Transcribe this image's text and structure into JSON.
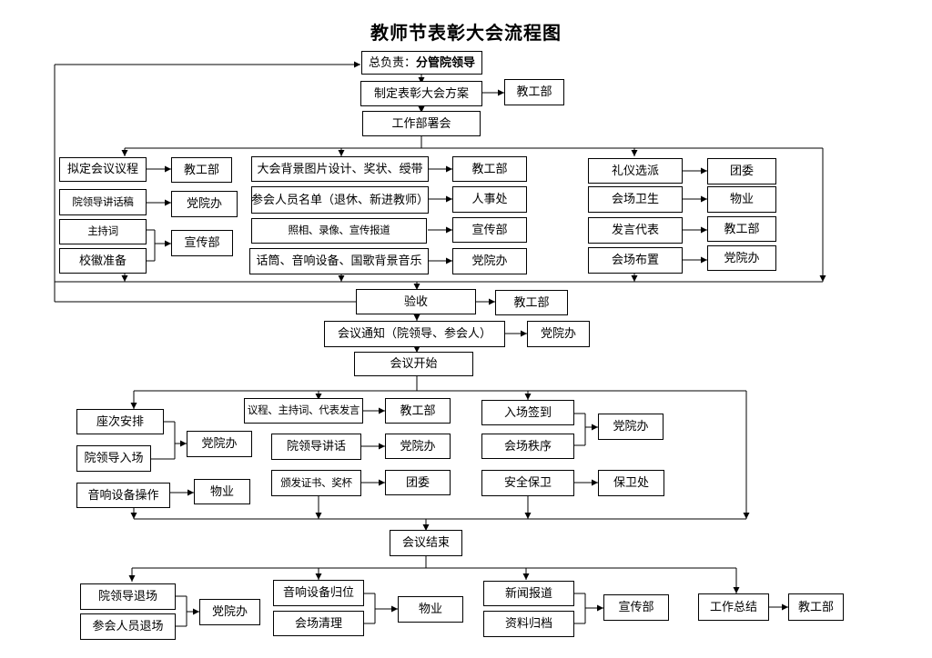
{
  "title": "教师节表彰大会流程图",
  "top": {
    "leader_prefix": "总负责：",
    "leader_name": "分管院领导",
    "plan": "制定表彰大会方案",
    "plan_dept": "教工部",
    "meeting": "工作部署会"
  },
  "prep": {
    "left": {
      "agenda": "拟定会议议程",
      "agenda_dept": "教工部",
      "speech": "院领导讲话稿",
      "speech_dept": "党院办",
      "host": "主持词",
      "badge": "校徽准备",
      "host_badge_dept": "宣传部"
    },
    "middle": {
      "design": "大会背景图片设计、奖状、绶带",
      "design_dept": "教工部",
      "attendees": "参会人员名单（退休、新进教师）",
      "attendees_dept": "人事处",
      "photo": "照相、录像、宣传报道",
      "photo_dept": "宣传部",
      "audio": "话筒、音响设备、国歌背景音乐",
      "audio_dept": "党院办"
    },
    "right": {
      "etiquette": "礼仪选派",
      "etiquette_dept": "团委",
      "hygiene": "会场卫生",
      "hygiene_dept": "物业",
      "speaker": "发言代表",
      "speaker_dept": "教工部",
      "layout": "会场布置",
      "layout_dept": "党院办"
    }
  },
  "check": {
    "label": "验收",
    "dept": "教工部"
  },
  "notice": {
    "label": "会议通知（院领导、参会人）",
    "dept": "党院办"
  },
  "start": "会议开始",
  "during": {
    "left": {
      "seating": "座次安排",
      "entry": "院领导入场",
      "entry_dept": "党院办",
      "sound": "音响设备操作",
      "sound_dept": "物业"
    },
    "middle": {
      "program": "议程、主持词、代表发言",
      "program_dept": "教工部",
      "speech": "院领导讲话",
      "speech_dept": "党院办",
      "award": "颁发证书、奖杯",
      "award_dept": "团委"
    },
    "right": {
      "signin": "入场签到",
      "order": "会场秩序",
      "signin_order_dept": "党院办",
      "security": "安全保卫",
      "security_dept": "保卫处"
    }
  },
  "end": "会议结束",
  "after": {
    "exit_leader": "院领导退场",
    "exit_attendees": "参会人员退场",
    "exit_dept": "党院办",
    "restore": "音响设备归位",
    "clean": "会场清理",
    "restore_clean_dept": "物业",
    "news": "新闻报道",
    "archive": "资料归档",
    "news_archive_dept": "宣传部",
    "summary": "工作总结",
    "summary_dept": "教工部"
  }
}
